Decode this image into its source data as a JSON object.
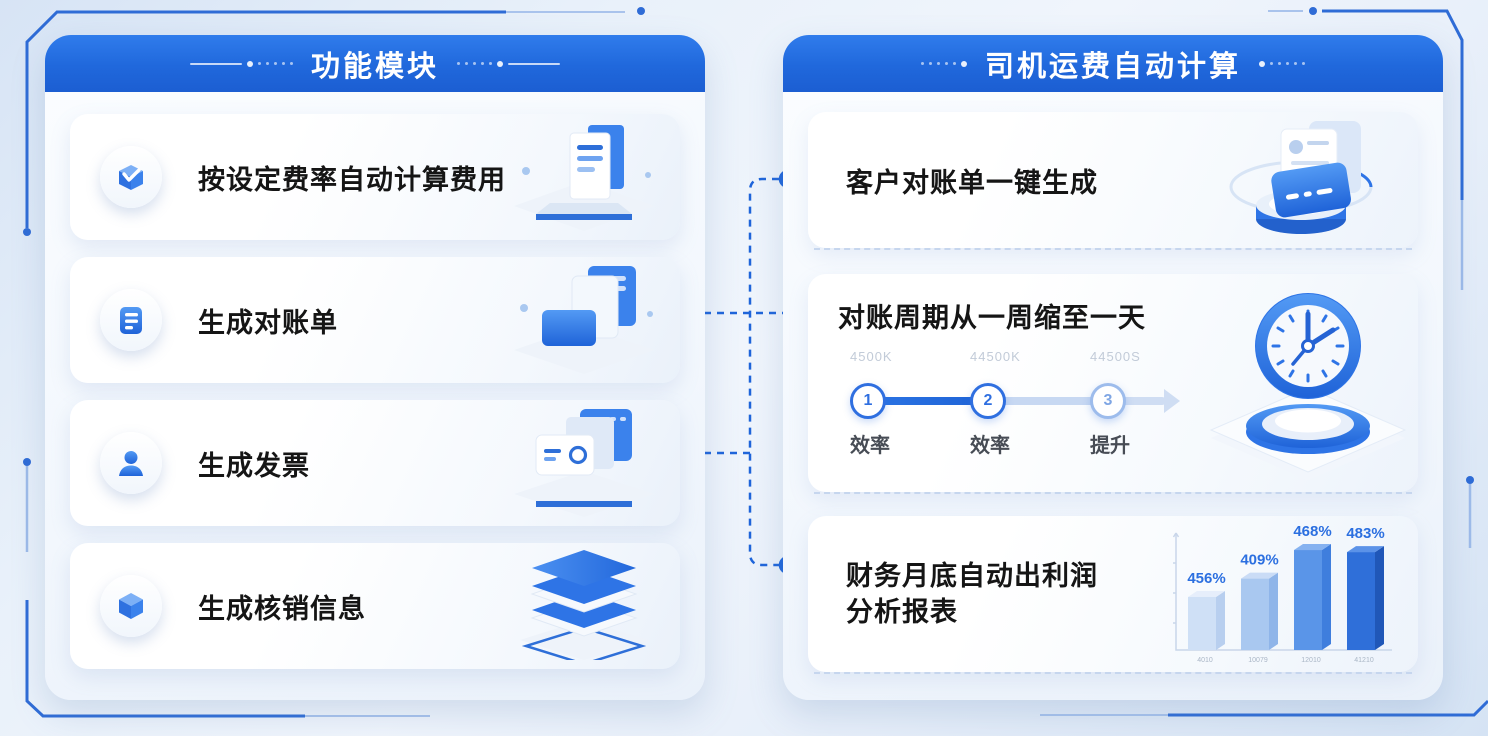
{
  "left_panel": {
    "title": "功能模块",
    "cards": [
      {
        "label": "按设定费率自动计算费用",
        "icon": "box-check-icon"
      },
      {
        "label": "生成对账单",
        "icon": "statement-icon"
      },
      {
        "label": "生成发票",
        "icon": "user-icon"
      },
      {
        "label": "生成核销信息",
        "icon": "cube-icon"
      }
    ]
  },
  "right_panel": {
    "title": "司机运费自动计算",
    "card_statement": {
      "label": "客户对账单一键生成"
    },
    "card_cycle": {
      "label": "对账周期从一周缩至一天",
      "steps": [
        {
          "number": "1",
          "ghost_label": "4500K",
          "caption": "效率"
        },
        {
          "number": "2",
          "ghost_label": "44500K",
          "caption": "效率"
        },
        {
          "number": "3",
          "ghost_label": "44500S",
          "caption": "提升"
        }
      ]
    },
    "card_profit": {
      "label_line1": "财务月底自动出利润",
      "label_line2": "分析报表"
    }
  },
  "chart_data": {
    "type": "bar",
    "title": "财务月底自动出利润分析报表",
    "categories": [
      "4010",
      "10079",
      "12010",
      "41210"
    ],
    "values": [
      456,
      409,
      468,
      483
    ],
    "value_labels": [
      "456%",
      "409%",
      "468%",
      "483%"
    ],
    "relative_heights": [
      0.52,
      0.7,
      0.98,
      0.96
    ],
    "xlabel": "",
    "ylabel": "",
    "grid": false,
    "legend": false,
    "bar_colors": [
      {
        "front": "#cfe0f6",
        "top": "#e6eefb",
        "side": "#b8cfef"
      },
      {
        "front": "#a9c8f0",
        "top": "#cadcf6",
        "side": "#8fb5e9"
      },
      {
        "front": "#5a95e8",
        "top": "#86b2f0",
        "side": "#3f7edd"
      },
      {
        "front": "#2f6fd9",
        "top": "#5b92e8",
        "side": "#2057b8"
      }
    ]
  },
  "colors": {
    "header_blue": "#2470e2",
    "accent_blue": "#1f65da",
    "background_blue": "#e3edf9",
    "card_text": "#151515",
    "ghost_text": "#c2cbd8"
  }
}
